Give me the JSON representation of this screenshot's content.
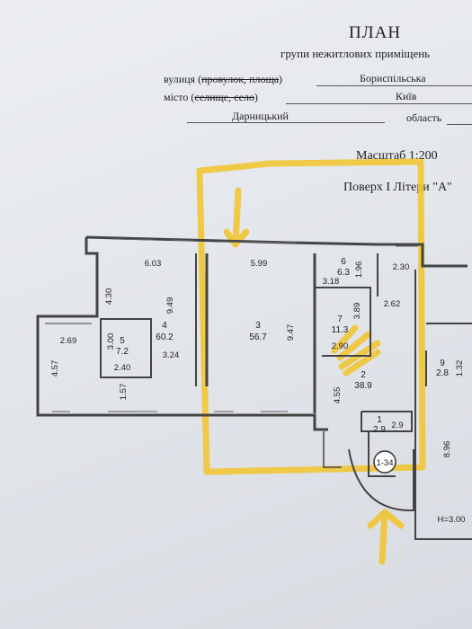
{
  "header": {
    "title": "ПЛАН",
    "subtitle": "групи нежитлових приміщень",
    "street_label_parts": [
      "вулиця (",
      "провулок, площа",
      ")"
    ],
    "street_value": "Бориспільська",
    "city_label_parts": [
      "місто (",
      "селище, село",
      ")"
    ],
    "city_value": "Київ",
    "district_value": "Дарницький",
    "region_label": "область",
    "scale": "Масштаб 1:200",
    "floor": "Поверх І Літери \"А\""
  },
  "rooms": [
    {
      "num": "4",
      "area": "60.2"
    },
    {
      "num": "5",
      "area": "7.2"
    },
    {
      "num": "3",
      "area": "56.7"
    },
    {
      "num": "6",
      "area": "6.3"
    },
    {
      "num": "7",
      "area": "11.3"
    },
    {
      "num": "2",
      "area": "38.9"
    },
    {
      "num": "1",
      "area": "2.9"
    },
    {
      "num": "9",
      "area": "2.8"
    }
  ],
  "dimensions": [
    "6.03",
    "4.30",
    "9.49",
    "2.69",
    "4.57",
    "3.00",
    "2.40",
    "3.24",
    "1.57",
    "5.99",
    "9.47",
    "3.18",
    "1.96",
    "2.30",
    "3.89",
    "2.62",
    "2.90",
    "4.55",
    "2.9",
    "8.96",
    "1.32"
  ],
  "stair_label": "1-34",
  "height_label": "H=3.00",
  "markup_color": "#f2c42a"
}
